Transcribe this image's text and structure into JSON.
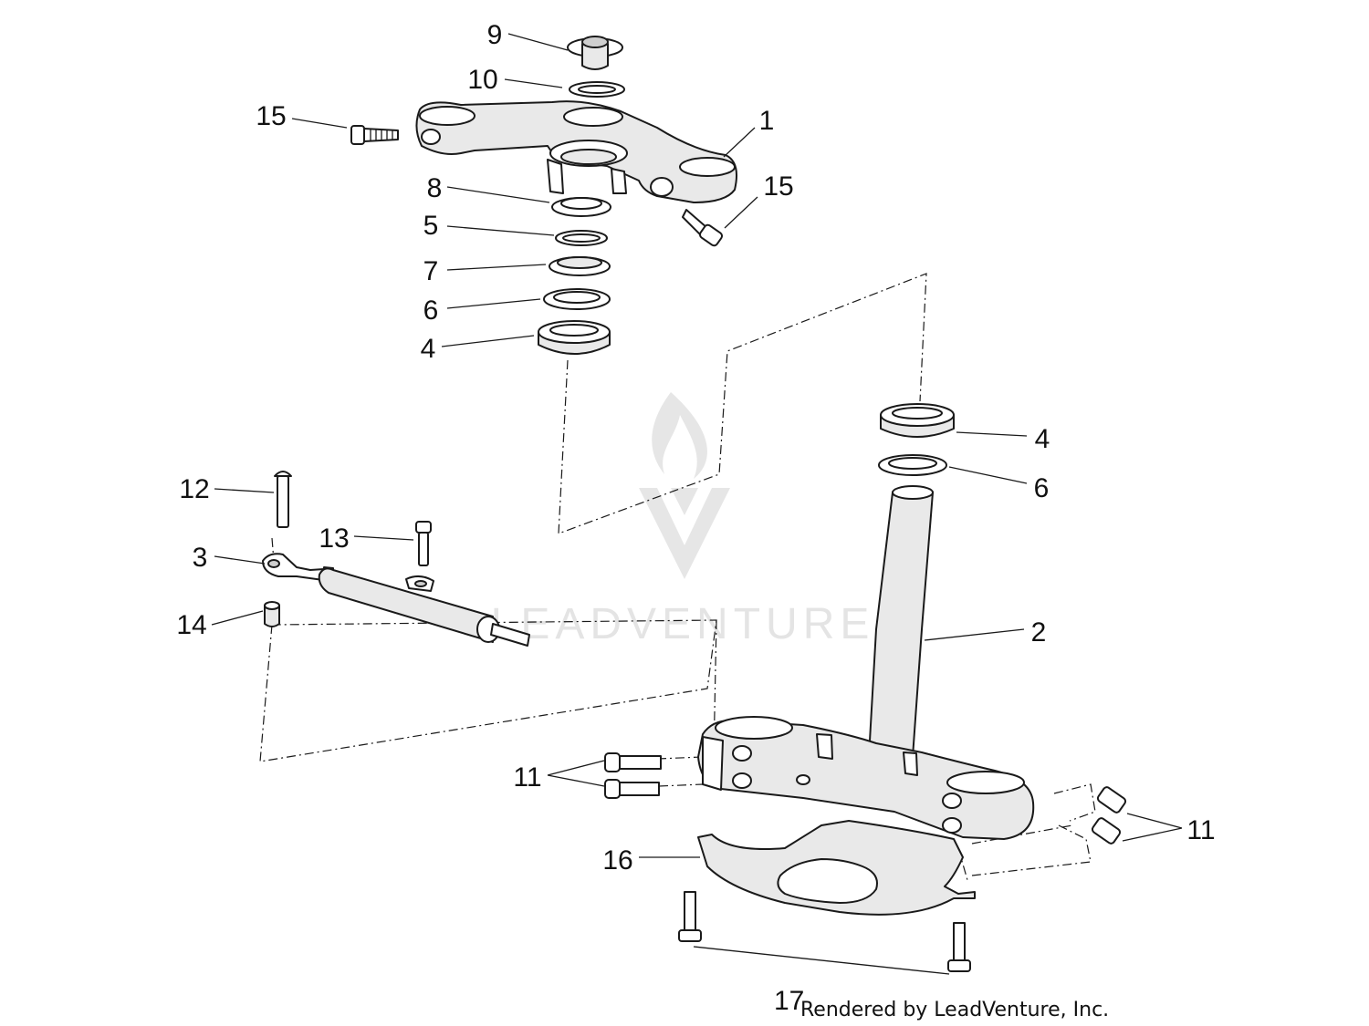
{
  "callouts": {
    "c1": "1",
    "c2": "2",
    "c3": "3",
    "c4_top": "4",
    "c4_right": "4",
    "c5": "5",
    "c6_top": "6",
    "c6_right": "6",
    "c7": "7",
    "c8": "8",
    "c9": "9",
    "c10": "10",
    "c11_left": "11",
    "c11_right": "11",
    "c12": "12",
    "c13": "13",
    "c14": "14",
    "c15_left": "15",
    "c15_right": "15",
    "c16": "16",
    "c17": "17"
  },
  "watermark": {
    "text": "LEADVENTURE"
  },
  "credit": "Rendered by LeadVenture, Inc."
}
